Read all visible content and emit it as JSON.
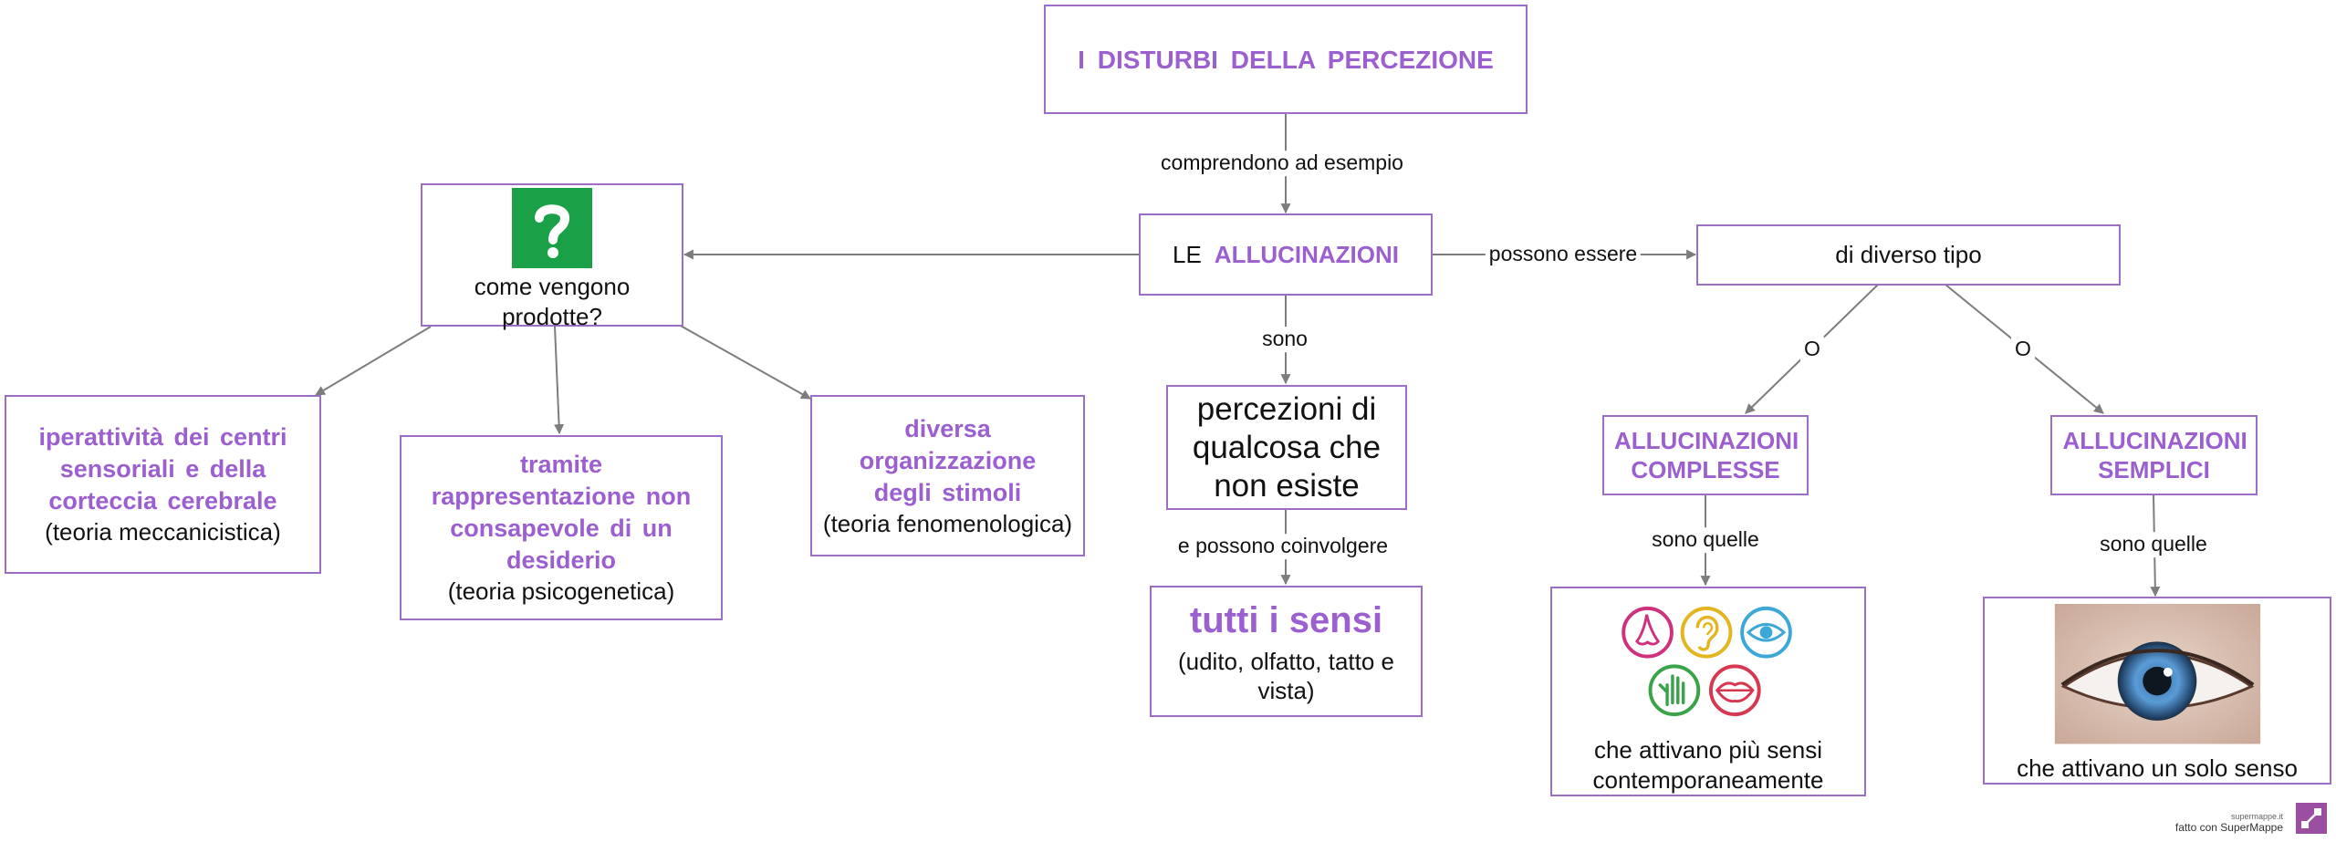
{
  "colors": {
    "accent": "#9b5fd0",
    "border": "#9b6fc4",
    "edge": "#7d7d7d",
    "logo_bg": "#9b4fa0",
    "question_bg": "#1aa147"
  },
  "nodes": {
    "title": "I DISTURBI DELLA PERCEZIONE",
    "allucinazioni_le": "LE",
    "allucinazioni_word": "ALLUCINAZIONI",
    "come_vengono": "come vengono prodotte?",
    "diverso_tipo": "di diverso tipo",
    "percezioni": "percezioni di qualcosa che non esiste",
    "tutti_sensi": "tutti i sensi",
    "tutti_sensi_sub": "(udito, olfatto, tatto e vista)",
    "iperattivita": "iperattività dei centri sensoriali e della corteccia cerebrale",
    "iperattivita_sub": "(teoria meccanicistica)",
    "tramite": "tramite rappresentazione non consapevole di un desiderio",
    "tramite_sub": "(teoria psicogenetica)",
    "diversa": "diversa organizzazione degli stimoli",
    "diversa_sub": "(teoria fenomenologica)",
    "complesse": "ALLUCINAZIONI COMPLESSE",
    "semplici": "ALLUCINAZIONI SEMPLICI",
    "complesse_desc": "che attivano più sensi contemporaneamente",
    "semplici_desc": "che attivano un solo senso"
  },
  "edge_labels": {
    "comprendono": "comprendono ad esempio",
    "possono": "possono essere",
    "sono": "sono",
    "coinvolgere": "e possono coinvolgere",
    "o_left": "O",
    "o_right": "O",
    "sono_quelle_left": "sono quelle",
    "sono_quelle_right": "sono quelle"
  },
  "icons": {
    "question": "question-mark-icon",
    "senses": [
      "nose-icon",
      "ear-icon",
      "eye-icon",
      "hand-icon",
      "mouth-icon"
    ],
    "eye_photo": "eye-photo",
    "logo": "supermappe-logo-icon"
  },
  "footer": {
    "site": "supermappe.it",
    "made_with": "fatto con SuperMappe"
  }
}
